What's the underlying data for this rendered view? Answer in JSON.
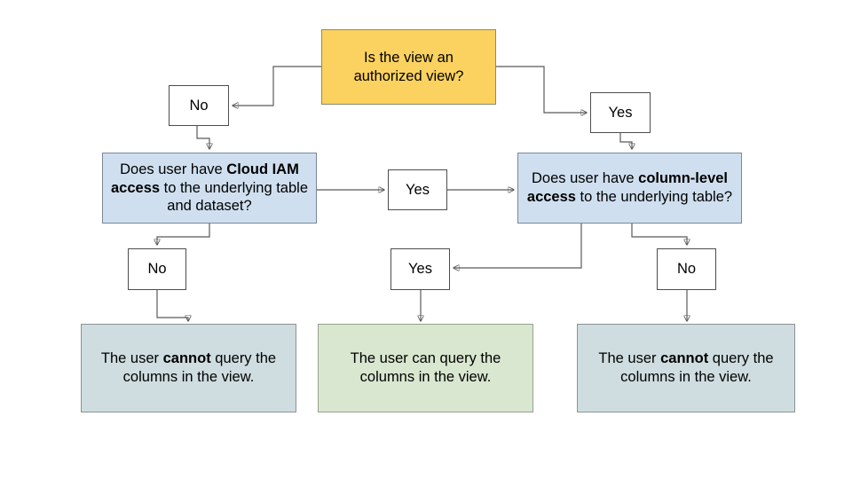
{
  "diagram": {
    "title": "Authorized view and column-level access decision flow",
    "background_color": "#ffffff",
    "colors": {
      "start_fill": "#fbd25f",
      "start_stroke": "#8a8a6e",
      "question_fill": "#cfdfef",
      "question_stroke": "#7c8799",
      "label_fill": "#ffffff",
      "label_stroke": "#4d4d4d",
      "result_deny_fill": "#cfdde0",
      "result_deny_stroke": "#8c9393",
      "result_allow_fill": "#d9e7d0",
      "result_allow_stroke": "#94a18c",
      "edge_stroke": "#595959"
    }
  },
  "nodes": {
    "start_question": {
      "line1": "Is the view an",
      "line2": "authorized view?",
      "kind": "decision"
    },
    "branch_no_top": {
      "label": "No",
      "kind": "label"
    },
    "branch_yes_top": {
      "label": "Yes",
      "kind": "label"
    },
    "iam_question": {
      "part1": "Does user have ",
      "bold1": "Cloud IAM",
      "part2": " ",
      "bold2": "access",
      "part3": " to the underlying table and dataset?",
      "kind": "question"
    },
    "branch_yes_mid": {
      "label": "Yes",
      "kind": "label"
    },
    "column_question": {
      "part1": "Does user have ",
      "bold1": "column-level access",
      "part2": " to the underlying table?",
      "kind": "question"
    },
    "branch_no_left": {
      "label": "No",
      "kind": "label"
    },
    "branch_yes_bottom": {
      "label": "Yes",
      "kind": "label"
    },
    "branch_no_right": {
      "label": "No",
      "kind": "label"
    },
    "result_deny_left": {
      "part1": "The user ",
      "bold1": "cannot",
      "part2": " query the columns in the view.",
      "kind": "result-deny"
    },
    "result_allow_center": {
      "text": "The user can query the columns in the view.",
      "kind": "result-allow"
    },
    "result_deny_right": {
      "part1": "The user ",
      "bold1": "cannot",
      "part2": " query the columns in the view.",
      "kind": "result-deny"
    }
  },
  "edges": [
    {
      "from": "start_question",
      "to": "branch_no_top",
      "label": ""
    },
    {
      "from": "start_question",
      "to": "branch_yes_top",
      "label": ""
    },
    {
      "from": "branch_no_top",
      "to": "iam_question",
      "label": ""
    },
    {
      "from": "branch_yes_top",
      "to": "column_question",
      "label": ""
    },
    {
      "from": "iam_question",
      "to": "branch_yes_mid",
      "label": ""
    },
    {
      "from": "branch_yes_mid",
      "to": "column_question",
      "label": ""
    },
    {
      "from": "iam_question",
      "to": "branch_no_left",
      "label": ""
    },
    {
      "from": "branch_no_left",
      "to": "result_deny_left",
      "label": ""
    },
    {
      "from": "column_question",
      "to": "branch_yes_bottom",
      "label": ""
    },
    {
      "from": "branch_yes_bottom",
      "to": "result_allow_center",
      "label": ""
    },
    {
      "from": "column_question",
      "to": "branch_no_right",
      "label": ""
    },
    {
      "from": "branch_no_right",
      "to": "result_deny_right",
      "label": ""
    }
  ]
}
